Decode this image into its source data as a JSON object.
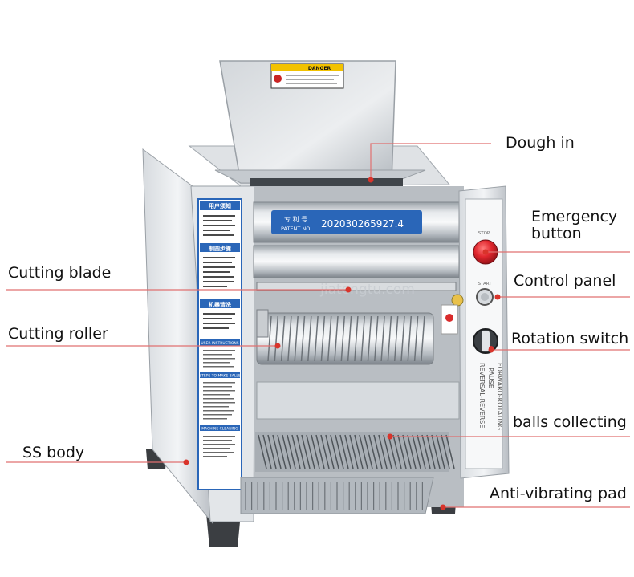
{
  "colors": {
    "leader_line": "#e07070",
    "dot": "#d9342b",
    "steel_light": "#e9ecef",
    "steel_mid": "#c3c8cd",
    "steel_dark": "#8d949b",
    "panel_white": "#f7f8f9",
    "label_blue": "#1f5fb0",
    "emergency_red": "#d8232a"
  },
  "callouts": [
    {
      "id": "dough-in",
      "text": "Dough in"
    },
    {
      "id": "emergency-button",
      "text": "Emergency\nbutton"
    },
    {
      "id": "control-panel",
      "text": "Control panel"
    },
    {
      "id": "rotation-switch",
      "text": "Rotation switch"
    },
    {
      "id": "balls-collecting",
      "text": "balls collecting"
    },
    {
      "id": "anti-vibrating-pad",
      "text": "Anti-vibrating pad"
    },
    {
      "id": "cutting-blade",
      "text": "Cutting blade"
    },
    {
      "id": "cutting-roller",
      "text": "Cutting roller"
    },
    {
      "id": "ss-body",
      "text": "SS body"
    }
  ],
  "machine": {
    "danger_label": "DANGER",
    "patent_label_cn": "专 利 号",
    "patent_label_en": "PATENT NO.",
    "patent_number": "202030265927.4",
    "watermark": "jiatengtu.com",
    "panel_rotation_text_1": "FORWARD-ROTATING",
    "panel_rotation_text_2": "PAUSE",
    "panel_rotation_text_3": "REVERSAL-REVERSE",
    "stop_label": "STOP",
    "start_label": "START",
    "instructions_header": "用户须知",
    "instructions_header_2": "制圆步骤",
    "instructions_header_3": "机器清洗",
    "instructions_header_en": "USER INSTRUCTIONS",
    "steps_header_en": "STEPS TO MAKE BALLS",
    "cleaning_header_en": "MACHINE CLEANING"
  }
}
